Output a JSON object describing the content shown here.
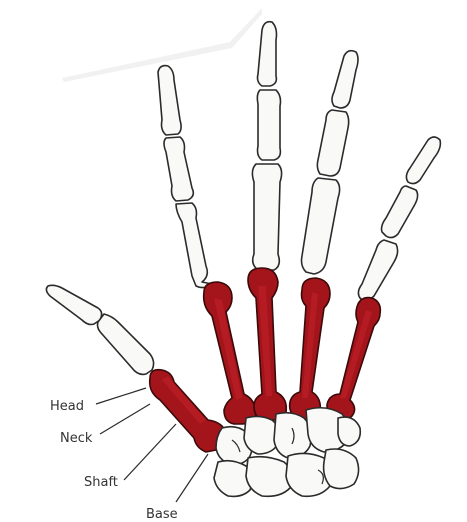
{
  "labels": {
    "head": "Head",
    "neck": "Neck",
    "shaft": "Shaft",
    "base": "Base"
  },
  "colors": {
    "metacarpal": "#a3141b",
    "bone": "#f9f9f7",
    "outline": "#2b2b2b"
  },
  "icons": [
    "hand-skeleton",
    "metacarpal-bones"
  ]
}
